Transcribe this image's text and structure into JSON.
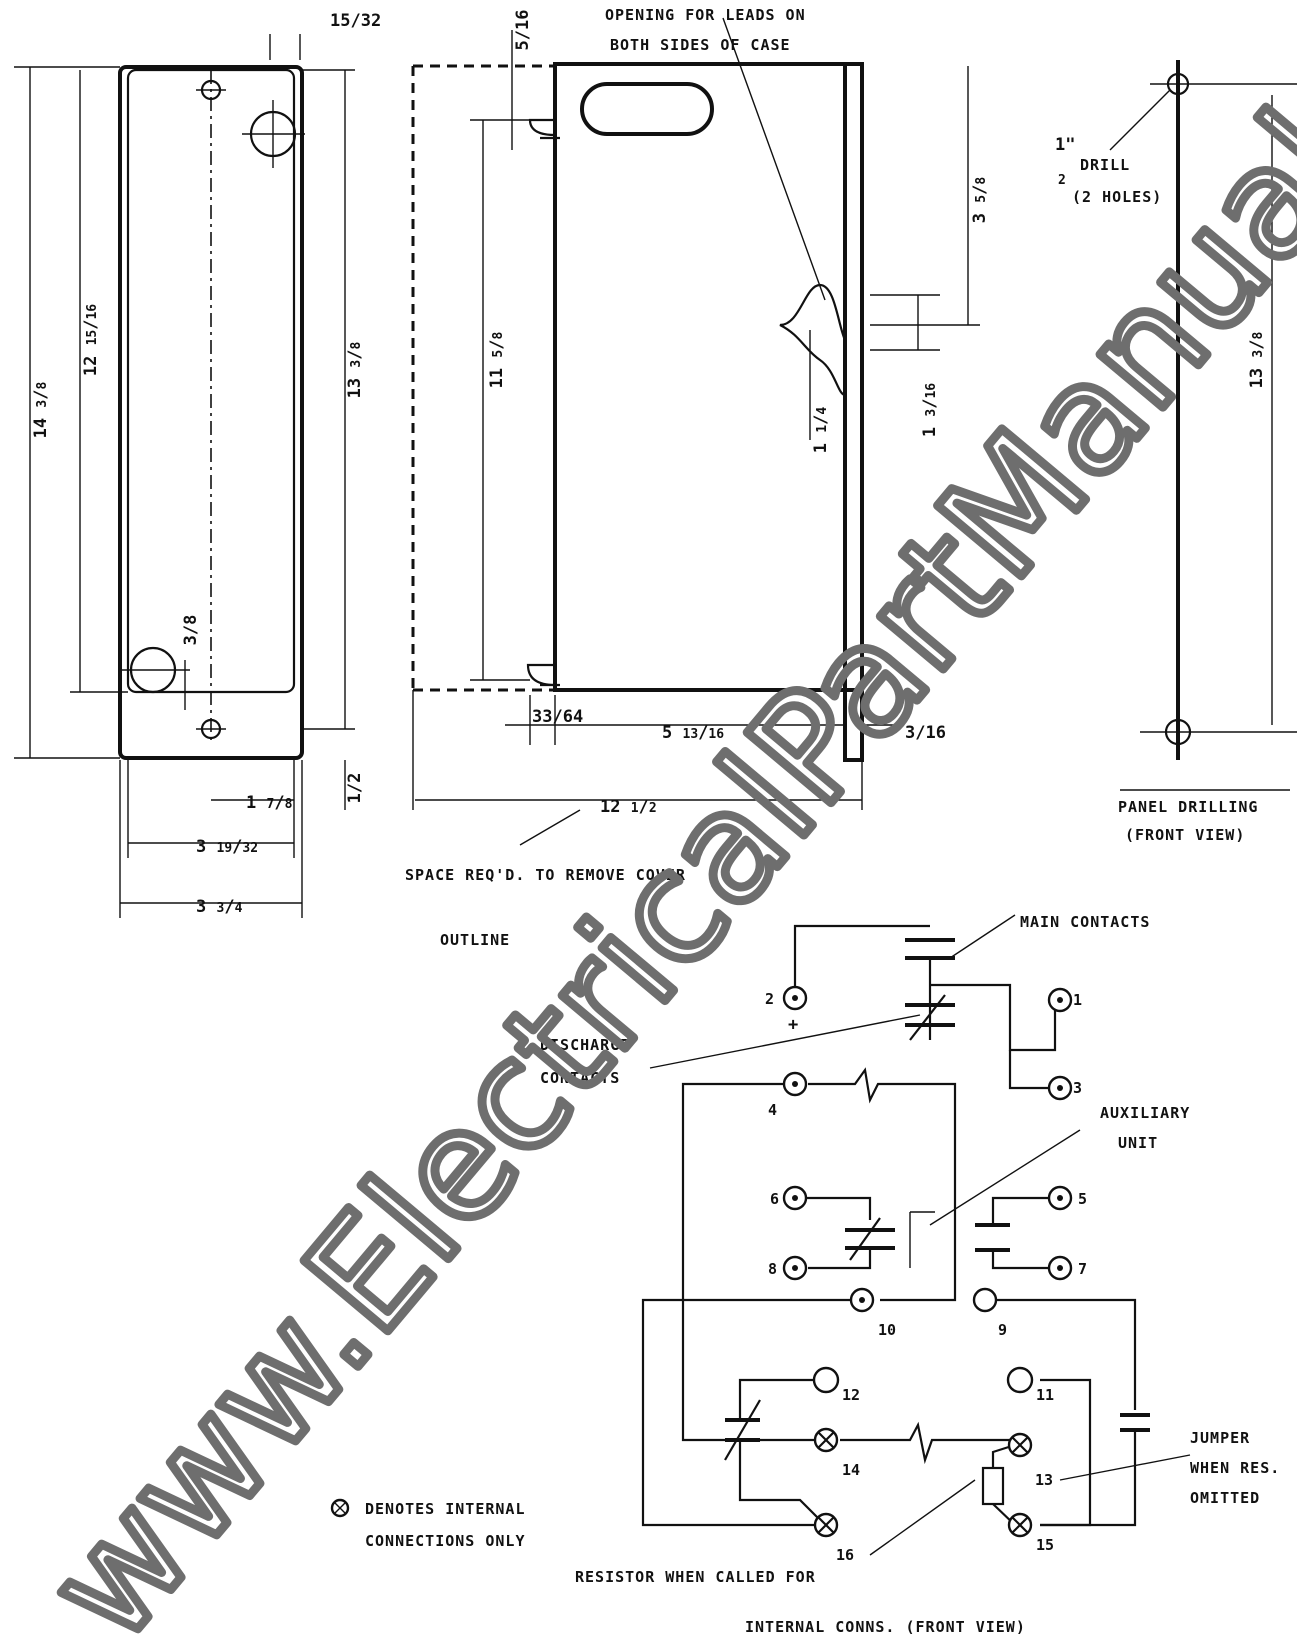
{
  "outline": {
    "title": "OUTLINE",
    "dims": {
      "d15_32_num": "15",
      "d15_32_den": "32",
      "d5_16_num": "5",
      "d5_16_den": "16",
      "d14_3_8": "14",
      "d14_3_8_num": "3",
      "d14_3_8_den": "8",
      "d12_15_16": "12",
      "d12_15_16_num": "15",
      "d12_15_16_den": "16",
      "d13_3_8": "13",
      "d13_3_8_num": "3",
      "d13_3_8_den": "8",
      "d3_8_num": "3",
      "d3_8_den": "8",
      "d1_7_8": "1",
      "d1_7_8_num": "7",
      "d1_7_8_den": "8",
      "d1_2_num": "1",
      "d1_2_den": "2",
      "d3_19_32": "3",
      "d3_19_32_num": "19",
      "d3_19_32_den": "32",
      "d3_3_4": "3",
      "d3_3_4_num": "3",
      "d3_3_4_den": "4",
      "d11_5_8": "11",
      "d11_5_8_num": "5",
      "d11_5_8_den": "8",
      "d3_5_8": "3",
      "d3_5_8_num": "5",
      "d3_5_8_den": "8",
      "d1_3_16": "1",
      "d1_3_16_num": "3",
      "d1_3_16_den": "16",
      "d1_1_4": "1",
      "d1_1_4_num": "1",
      "d1_1_4_den": "4",
      "d33_64_num": "33",
      "d33_64_den": "64",
      "d5_13_16": "5",
      "d5_13_16_num": "13",
      "d5_13_16_den": "16",
      "d3_16_num": "3",
      "d3_16_den": "16",
      "d12_1_2": "12",
      "d12_1_2_num": "1",
      "d12_1_2_den": "2",
      "d13_panel": "13",
      "d13_panel_num": "3",
      "d13_panel_den": "8"
    },
    "opening_note_line1": "OPENING FOR LEADS ON",
    "opening_note_line2": "BOTH SIDES OF CASE",
    "space_note": "SPACE REQ'D. TO REMOVE COVER",
    "drill_note_line1": "DRILL",
    "drill_note_line2": "(2 HOLES)",
    "drill_size_num": "1\"",
    "drill_size_den": "2",
    "panel_note_line1": "PANEL DRILLING",
    "panel_note_line2": "(FRONT VIEW)"
  },
  "schematic": {
    "main_contacts_label": "MAIN CONTACTS",
    "discharge_line1": "DISCHARGE",
    "discharge_line2": "CONTACTS",
    "aux_label_line1": "AUXILIARY",
    "aux_label_line2": "UNIT",
    "jumper_line1": "JUMPER",
    "jumper_line2": "WHEN RES.",
    "jumper_line3": "OMITTED",
    "legend_line1": "DENOTES INTERNAL",
    "legend_line2": "CONNECTIONS ONLY",
    "resistor_note": "RESISTOR WHEN CALLED FOR",
    "internal_title": "INTERNAL CONNS. (FRONT VIEW)",
    "plus_mark": "+",
    "terminals": [
      "1",
      "2",
      "3",
      "4",
      "5",
      "6",
      "7",
      "8",
      "9",
      "10",
      "11",
      "12",
      "13",
      "14",
      "15",
      "16"
    ]
  },
  "watermark": "www.ElectricalPartManuals.com"
}
